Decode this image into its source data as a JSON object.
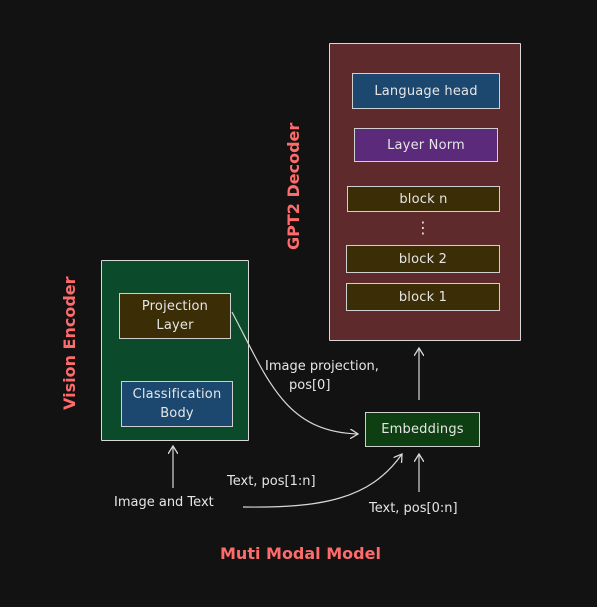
{
  "title": "Muti Modal Model",
  "gpt2_decoder": {
    "label": "GPT2 Decoder",
    "language_head": "Language head",
    "layer_norm": "Layer Norm",
    "block_n": "block n",
    "ellipsis": "⋮",
    "block_2": "block 2",
    "block_1": "block 1"
  },
  "vision_encoder": {
    "label": "Vision Encoder",
    "projection_layer": "Projection Layer",
    "classification_body": "Classification Body"
  },
  "embeddings": "Embeddings",
  "labels": {
    "image_projection_line1": "Image projection,",
    "image_projection_line2": "pos[0]",
    "text_pos_1n": "Text, pos[1:n]",
    "image_and_text": "Image and Text",
    "text_pos_0n": "Text, pos[0:n]"
  },
  "colors": {
    "background": "#121212",
    "decoder_fill": "#5e2a2c",
    "encoder_fill": "#0b4a2a",
    "blue_block": "#1c4870",
    "purple_block": "#5c2a7a",
    "brown_block": "#3b2d05",
    "embeddings_fill": "#0e3f12",
    "accent_red": "#ff6b6b",
    "line": "#d8d8d8"
  }
}
